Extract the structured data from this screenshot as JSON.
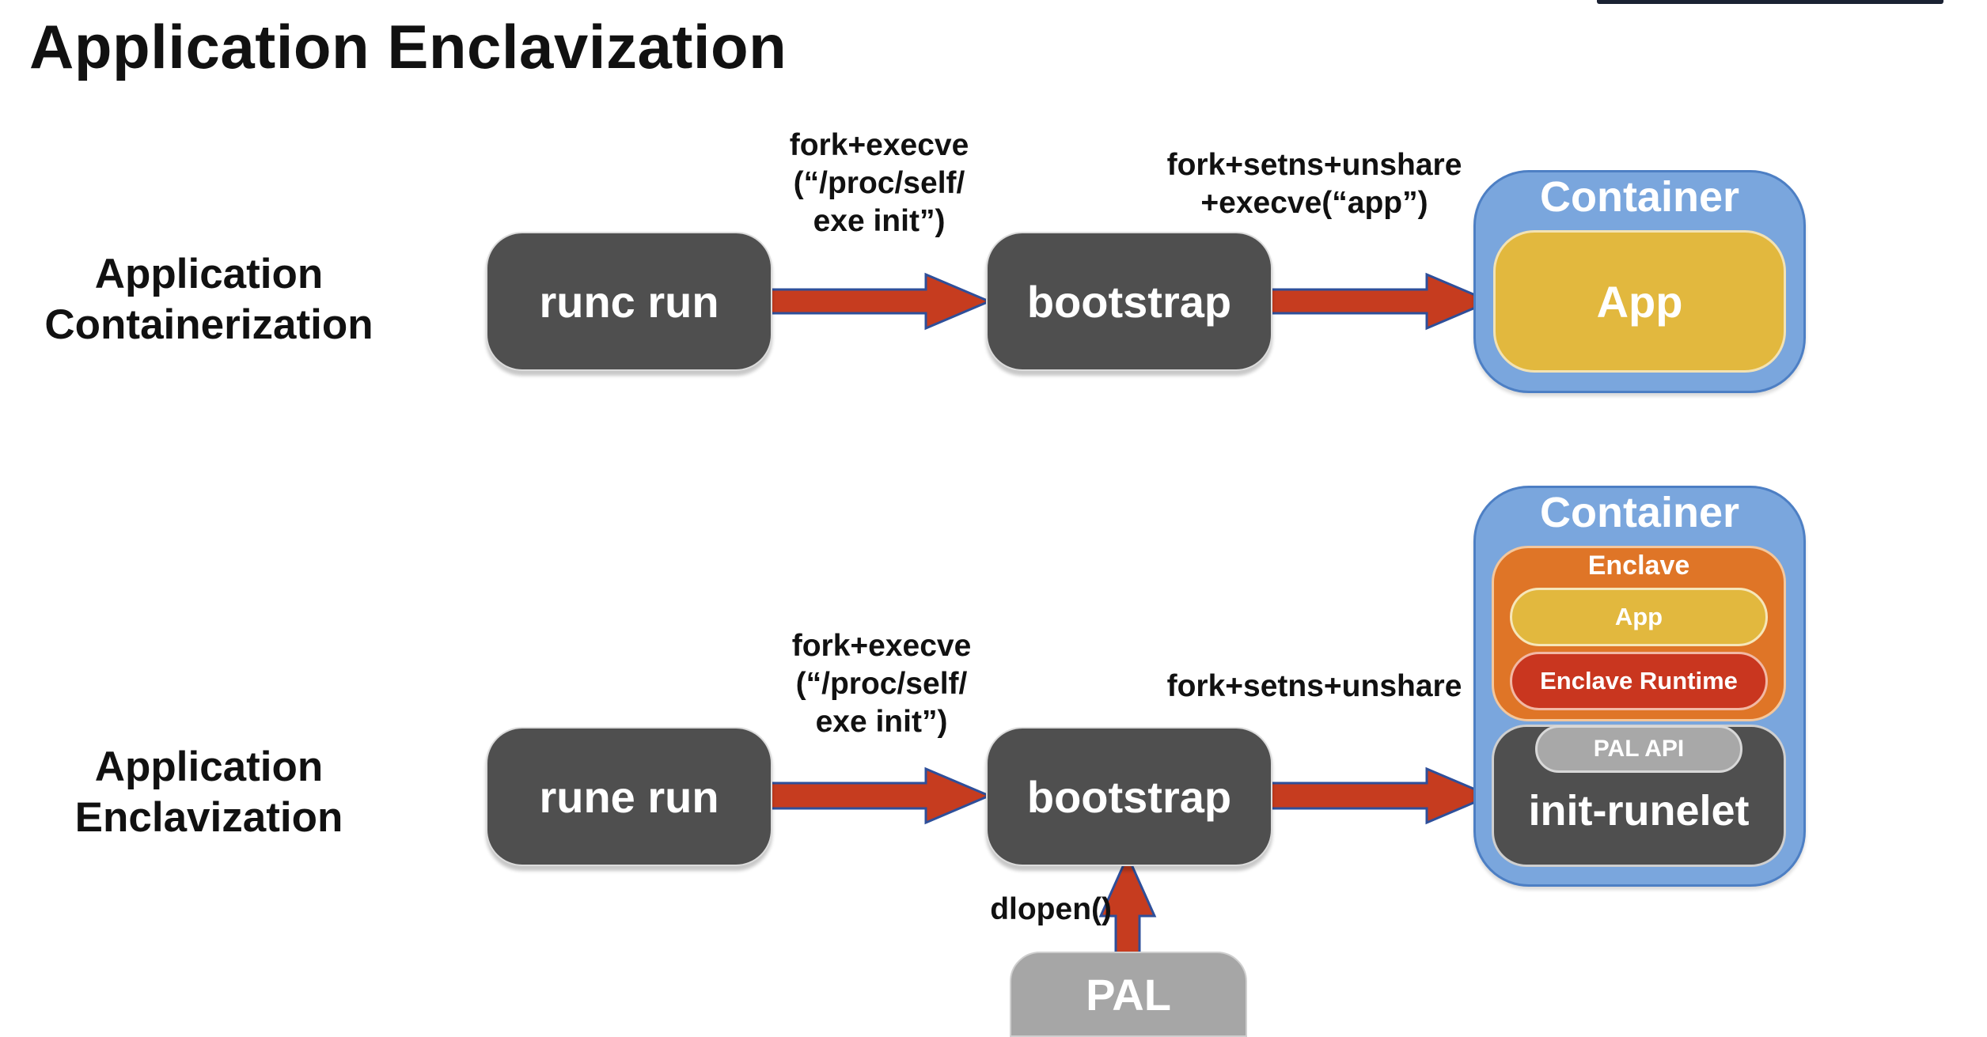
{
  "title": "Application Enclavization",
  "rows": {
    "top": {
      "label_line1": "Application",
      "label_line2": "Containerization",
      "node1": "runc run",
      "node2": "bootstrap",
      "edge1": {
        "line1": "fork+execve",
        "line2": "(“/proc/self/",
        "line3": "exe init”)"
      },
      "edge2": {
        "line1": "fork+setns+unshare",
        "line2": "+execve(“app”)"
      },
      "container": {
        "title": "Container",
        "app": "App"
      }
    },
    "bottom": {
      "label_line1": "Application",
      "label_line2": "Enclavization",
      "node1": "rune run",
      "node2": "bootstrap",
      "edge1": {
        "line1": "fork+execve",
        "line2": "(“/proc/self/",
        "line3": "exe init”)"
      },
      "edge2": {
        "line1": "fork+setns+unshare"
      },
      "edge3": {
        "line1": "dlopen()"
      },
      "pal": "PAL",
      "container": {
        "title": "Container",
        "enclave_title": "Enclave",
        "app": "App",
        "runtime": "Enclave Runtime",
        "pal_api": "PAL API",
        "runelet": "init-runelet"
      }
    }
  },
  "colors": {
    "node": "#4f4f4f",
    "arrow": "#c63c1f",
    "container": "#7aa6dd",
    "app": "#e2b83e",
    "enclave": "#df7527",
    "runtime": "#c9361f",
    "pal": "#a6a6a6"
  }
}
